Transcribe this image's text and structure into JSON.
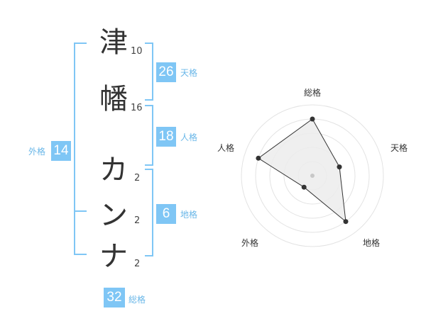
{
  "name": {
    "characters": [
      {
        "char": "津",
        "strokes": "10"
      },
      {
        "char": "幡",
        "strokes": "16"
      },
      {
        "char": "カ",
        "strokes": "2"
      },
      {
        "char": "ン",
        "strokes": "2"
      },
      {
        "char": "ナ",
        "strokes": "2"
      }
    ]
  },
  "fortune": {
    "tenkaku": {
      "value": "26",
      "label": "天格"
    },
    "jinkaku": {
      "value": "18",
      "label": "人格"
    },
    "chikaku": {
      "value": "6",
      "label": "地格"
    },
    "gaikaku": {
      "value": "14",
      "label": "外格"
    },
    "soukaku": {
      "value": "32",
      "label": "総格"
    }
  },
  "colors": {
    "accent": "#7fc6f5",
    "label": "#6ab7e8",
    "text": "#333333"
  },
  "radar": {
    "axes": [
      "総格",
      "天格",
      "地格",
      "外格",
      "人格"
    ],
    "levels": [
      4,
      2,
      4,
      1,
      4
    ],
    "max_level": 5
  }
}
